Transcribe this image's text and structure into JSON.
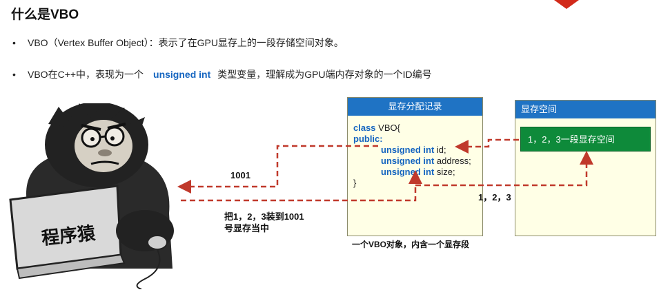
{
  "title": "什么是VBO",
  "bullets": [
    {
      "dot": "•",
      "text": "VBO（Vertex Buffer Object）：表示了在GPU显存上的一段存储空间对象。"
    },
    {
      "dot": "•",
      "prefix": "VBO在C++中，表现为一个",
      "keyword": "unsigned int",
      "suffix": "类型变量，理解成为GPU端内存对象的一个ID编号"
    }
  ],
  "vbo_box": {
    "header": "显存分配记录",
    "code": {
      "line1_kw": "class",
      "line1_rest": " VBO{",
      "line2": "public:",
      "field_type": "unsigned int",
      "field1": " id;",
      "field2": " address;",
      "field3": " size;",
      "close": "}"
    },
    "caption": "一个VBO对象，内含一个显存段"
  },
  "mem_box": {
    "header": "显存空间",
    "block_label": "1，2，3一段显存空间"
  },
  "labels": {
    "id_value": "1001",
    "data_values": "1，2，3",
    "action_line1": "把1，2，3装到1001",
    "action_line2": "号显存当中",
    "laptop_text": "程序猿"
  },
  "colors": {
    "accent_blue": "#1f73c4",
    "keyword_blue": "#1565c0",
    "arrow_red": "#c0392b",
    "block_green": "#0e8a3a",
    "box_fill": "#ffffe6"
  }
}
